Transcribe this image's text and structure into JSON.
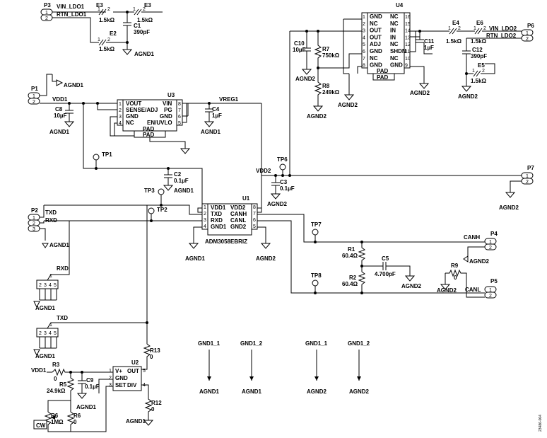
{
  "connectors": {
    "p3": {
      "ref": "P3",
      "net1": "VIN_LDO1",
      "net2": "RTN_LDO1",
      "pin1": "1",
      "pin2": "2"
    },
    "p1": {
      "ref": "P1",
      "net1": "VDD1",
      "pin1": "1",
      "pin2": "2"
    },
    "p2": {
      "ref": "P2",
      "net1": "TXD",
      "net2": "RXD",
      "pin1": "1",
      "pin2": "2",
      "pin3": "3"
    },
    "p4": {
      "ref": "P4",
      "net": "CANH",
      "pin1": "1",
      "pin2": "2"
    },
    "p5": {
      "ref": "P5",
      "net": "CANL",
      "pin1": "1",
      "pin2": "2"
    },
    "p6": {
      "ref": "P6",
      "net1": "VIN_LDO2",
      "net2": "RTN_LDO2",
      "pin1": "1",
      "pin2": "2"
    },
    "p7": {
      "ref": "P7",
      "pin1": "1",
      "pin2": "2"
    }
  },
  "jumpers": {
    "rxd": {
      "label": "RXD",
      "pins": [
        "2",
        "3",
        "4",
        "5"
      ],
      "pin1": "1"
    },
    "txd": {
      "label": "TXD",
      "pins": [
        "2",
        "3",
        "4",
        "5"
      ],
      "pin1": "1"
    }
  },
  "ferrites": {
    "e3a": {
      "ref": "E3",
      "value": "1.5kΩ",
      "pin1": "1",
      "pin2": "2"
    },
    "e3b": {
      "ref": "E3",
      "value": "1.5kΩ",
      "pin1": "1",
      "pin2": "2"
    },
    "e2": {
      "ref": "E2",
      "value": "1.5kΩ",
      "pin1": "1",
      "pin2": "2"
    },
    "e4": {
      "ref": "E4",
      "value": "1.5kΩ",
      "pin1": "1",
      "pin2": "2"
    },
    "e6": {
      "ref": "E6",
      "value": "1.5kΩ",
      "pin1": "1",
      "pin2": "2"
    },
    "e5": {
      "ref": "E5",
      "value": "1.5kΩ",
      "pin1": "1",
      "pin2": "2"
    }
  },
  "capacitors": {
    "c1": {
      "ref": "C1",
      "value": "390pF"
    },
    "c8": {
      "ref": "C8",
      "value": "10µF"
    },
    "c4": {
      "ref": "C4",
      "value": "1µF"
    },
    "c2": {
      "ref": "C2",
      "value": "0.1µF"
    },
    "c3": {
      "ref": "C3",
      "value": "0.1µF"
    },
    "c10": {
      "ref": "C10",
      "value": "10µF"
    },
    "c11": {
      "ref": "C11",
      "value": "1µF"
    },
    "c12": {
      "ref": "C12",
      "value": "390pF"
    },
    "c5": {
      "ref": "C5",
      "value": "4.700pF"
    },
    "c9": {
      "ref": "C9",
      "value": "0.1µF"
    }
  },
  "resistors": {
    "r7": {
      "ref": "R7",
      "value": "750kΩ"
    },
    "r8": {
      "ref": "R8",
      "value": "249kΩ"
    },
    "r1": {
      "ref": "R1",
      "value": "60.4Ω"
    },
    "r2": {
      "ref": "R2",
      "value": "60.4Ω"
    },
    "r9": {
      "ref": "R9",
      "value": "0"
    },
    "r13": {
      "ref": "R13",
      "value": "0"
    },
    "r12": {
      "ref": "R12",
      "value": "0"
    },
    "r3": {
      "ref": "R3",
      "value": "0"
    },
    "r5": {
      "ref": "R5",
      "value": "24.9kΩ"
    },
    "r6a": {
      "ref": "R6",
      "value": "1MΩ",
      "wiper": "CW"
    },
    "r6b": {
      "ref": "R6",
      "value": "0"
    }
  },
  "nets": {
    "vdd1": "VDD1",
    "vdd2": "VDD2",
    "vreg1": "VREG1",
    "agnd1": "AGND1",
    "agnd2": "AGND2"
  },
  "testpoints": {
    "tp1": "TP1",
    "tp2": "TP2",
    "tp3": "TP3",
    "tp6": "TP6",
    "tp7": "TP7",
    "tp8": "TP8"
  },
  "u3": {
    "ref": "U3",
    "pins_left": [
      "1",
      "2",
      "3",
      "4"
    ],
    "pins_right": [
      "8",
      "7",
      "6",
      "5"
    ],
    "labels_left": [
      "VOUT",
      "SENSE/ADJ",
      "GND",
      "NC"
    ],
    "labels_right": [
      "VIN",
      "PG",
      "GND",
      "EN/UVLO"
    ],
    "pad": "PAD"
  },
  "u4": {
    "ref": "U4",
    "pins_left": [
      "1",
      "2",
      "3",
      "4",
      "5",
      "6",
      "7",
      "8"
    ],
    "pins_right": [
      "16",
      "15",
      "14",
      "13",
      "12",
      "11",
      "10",
      "9"
    ],
    "labels_left": [
      "GND",
      "NC",
      "OUT",
      "OUT",
      "ADJ",
      "GND",
      "NC",
      "GND"
    ],
    "labels_right": [
      "NC",
      "NC",
      "IN",
      "IN",
      "NC",
      "SHDN",
      "NC",
      "GND"
    ],
    "pad": "PAD"
  },
  "u1": {
    "ref": "U1",
    "part": "ADM3058EBRIZ",
    "pins_left": [
      "1",
      "2",
      "3",
      "4"
    ],
    "pins_right": [
      "8",
      "7",
      "6",
      "5"
    ],
    "labels_left": [
      "VDD1",
      "TXD",
      "RXD",
      "GND1"
    ],
    "labels_right": [
      "VDD2",
      "CANH",
      "CANL",
      "GND2"
    ]
  },
  "u2": {
    "ref": "U2",
    "pins_left": [
      "1",
      "2",
      "3"
    ],
    "pins_right": [
      "5",
      "4"
    ],
    "labels_left": [
      "V+",
      "GND",
      "SET"
    ],
    "labels_right": [
      "OUT",
      "DIV"
    ]
  },
  "gnd_links": [
    {
      "top": "GND1_1",
      "bottom": "AGND1"
    },
    {
      "top": "GND1_2",
      "bottom": "AGND1"
    },
    {
      "top": "GND1_1",
      "bottom": "AGND2"
    },
    {
      "top": "GND1_2",
      "bottom": "AGND2"
    }
  ],
  "ident": "23486-004"
}
